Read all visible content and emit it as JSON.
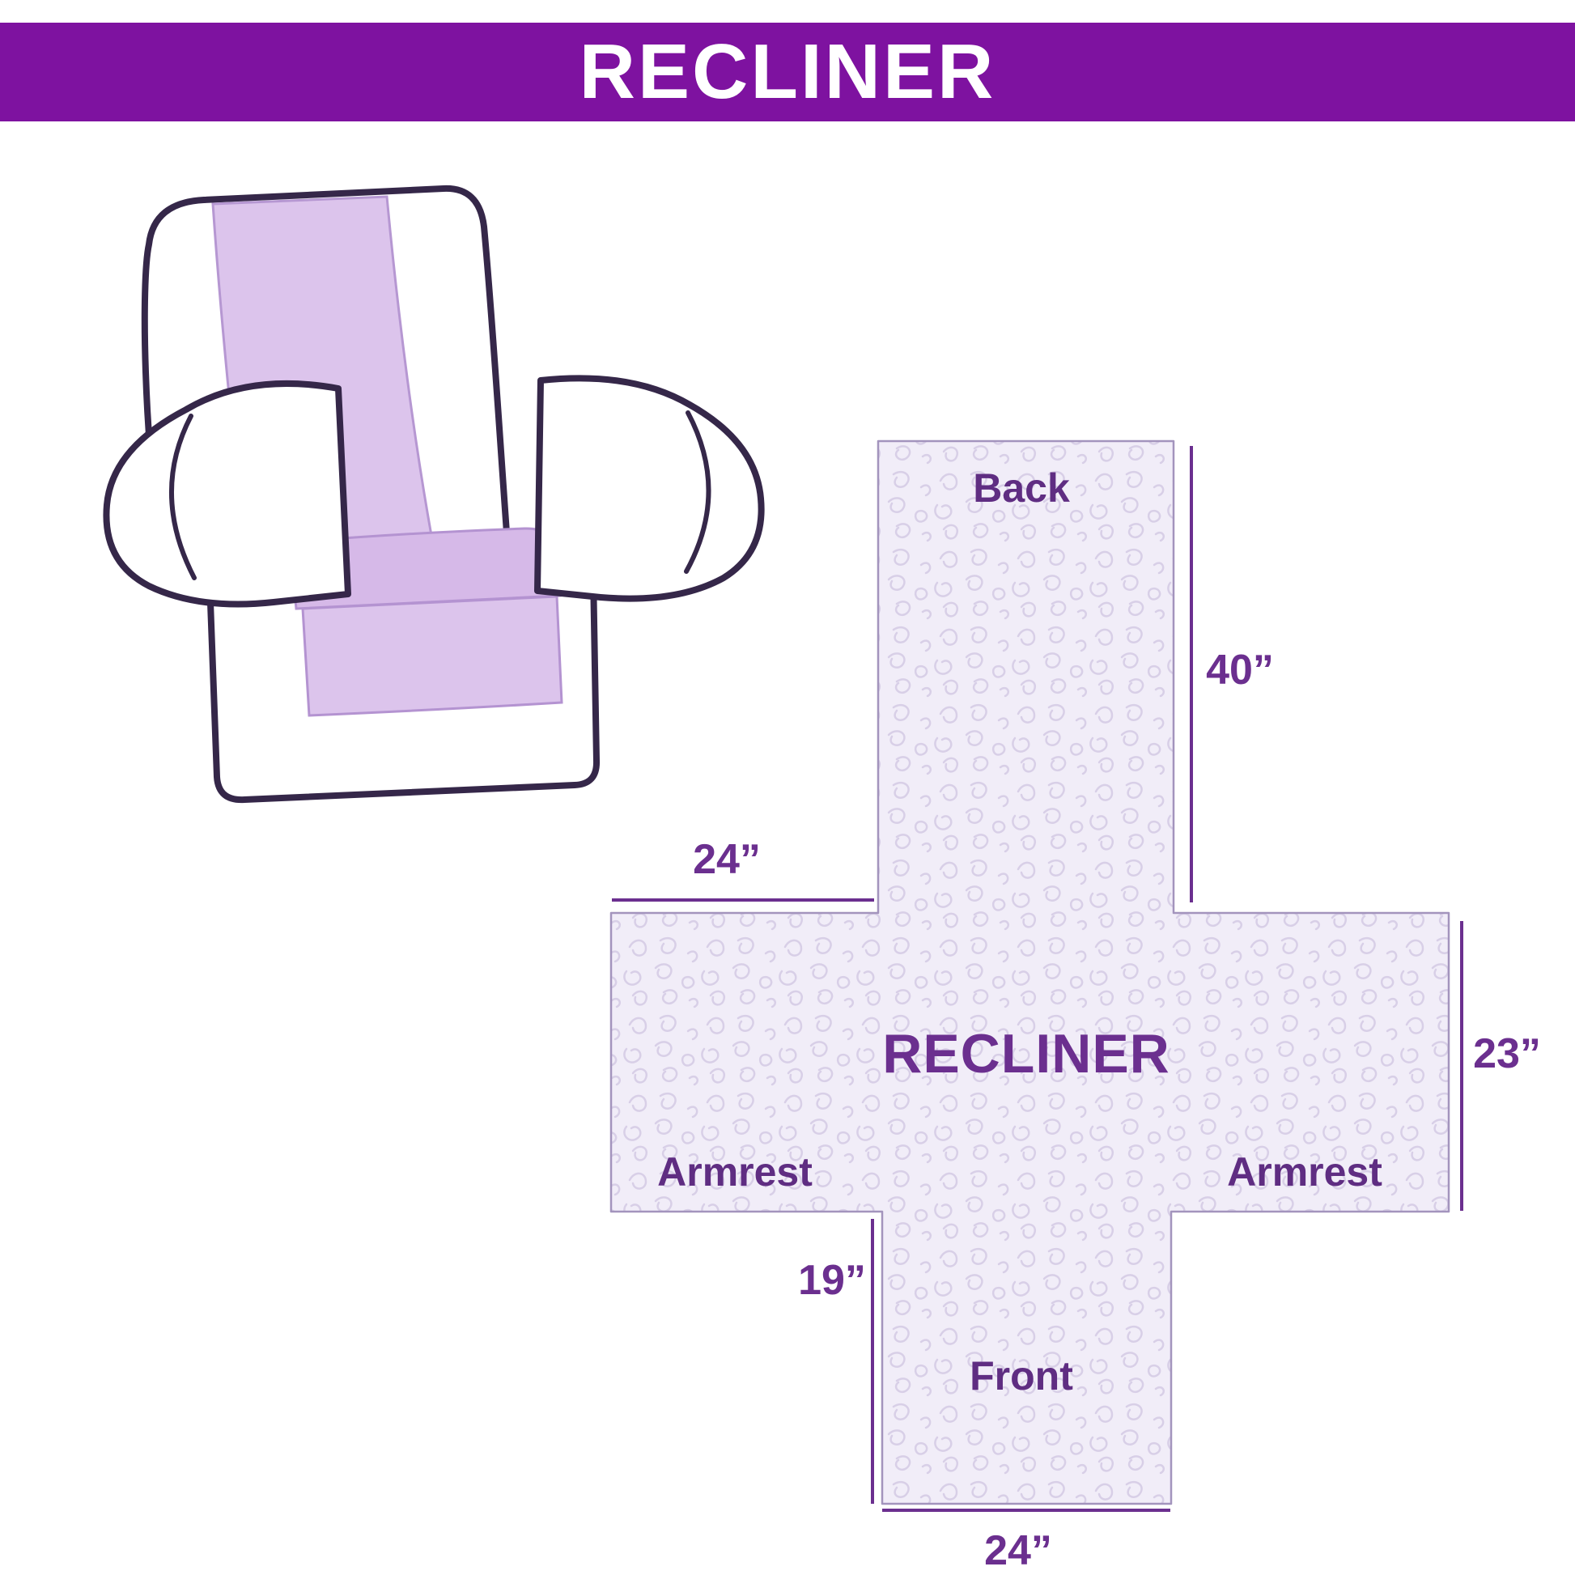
{
  "header": {
    "title": "RECLINER"
  },
  "illustration": {
    "alt": "armchair-with-recliner-cover"
  },
  "diagram": {
    "center_label": "RECLINER",
    "sections": {
      "back": "Back",
      "front": "Front",
      "armrest_left": "Armrest",
      "armrest_right": "Armrest"
    },
    "dimensions": {
      "back_height": "40”",
      "top_width": "24”",
      "armrest_height": "23”",
      "front_panel_height": "19”",
      "front_width": "24”"
    }
  },
  "colors": {
    "header_bg": "#7e12a0",
    "header_text": "#ffffff",
    "label_purple": "#6b2f8f",
    "cover_fill": "#dcc4ec",
    "cover_seat_fill": "#d6b9e8",
    "pattern_bg": "#f1edf8",
    "pattern_line": "#d8cfe7",
    "diagram_outline": "#a394bd",
    "chair_outline": "#352749"
  }
}
